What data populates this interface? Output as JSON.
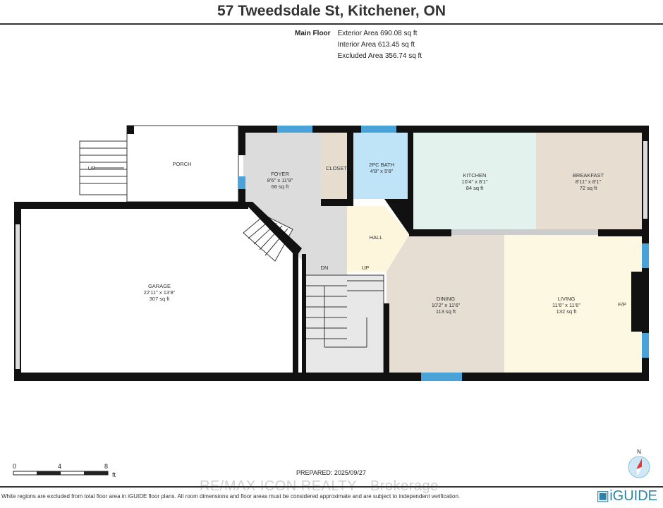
{
  "title": "57 Tweedsdale St, Kitchener, ON",
  "summary": {
    "floor": "Main Floor",
    "exterior": "Exterior Area 690.08 sq ft",
    "interior": "Interior Area 613.45 sq ft",
    "excluded": "Excluded Area 356.74 sq ft"
  },
  "rooms": {
    "porch": {
      "name": "PORCH"
    },
    "porch_stairs": {
      "name": "UP"
    },
    "foyer": {
      "name": "FOYER",
      "dims": "8'6\" x 11'9\"",
      "area": "66 sq ft"
    },
    "closet": {
      "name": "CLOSET"
    },
    "bath": {
      "name": "2PC BATH",
      "dims": "4'8\" x 5'8\""
    },
    "kitchen": {
      "name": "KITCHEN",
      "dims": "10'4\" x 8'1\"",
      "area": "84 sq ft"
    },
    "breakfast": {
      "name": "BREAKFAST",
      "dims": "8'11\" x 8'1\"",
      "area": "72 sq ft"
    },
    "hall": {
      "name": "HALL"
    },
    "garage": {
      "name": "GARAGE",
      "dims": "22'11\" x 13'8\"",
      "area": "307 sq ft"
    },
    "dining": {
      "name": "DINING",
      "dims": "10'2\" x 11'6\"",
      "area": "113 sq ft"
    },
    "living": {
      "name": "LIVING",
      "dims": "11'6\" x 11'6\"",
      "area": "132 sq ft"
    },
    "fireplace": {
      "name": "F/P"
    },
    "stairs_dn": {
      "name": "DN"
    },
    "stairs_up": {
      "name": "UP"
    }
  },
  "scale": {
    "ticks": [
      "0",
      "4",
      "8"
    ],
    "unit": "ft"
  },
  "compass_label": "N",
  "prepared": "PREPARED: 2025/09/27",
  "watermark": "RE/MAX ICON REALTY - Brokerage",
  "disclaimer": "White regions are excluded from total floor area in iGUIDE floor plans. All room dimensions and floor areas must be considered approximate and are subject to independent verification.",
  "brand": "iGUIDE",
  "colors": {
    "window": "#4aa3d8",
    "wall": "#111111",
    "foyer": "#dcdcdc",
    "bath": "#bfe3f7",
    "kitchen": "#e4f2ee",
    "breakfast": "#e7ded1",
    "hall": "#fdf6dc",
    "dining": "#e6ded2",
    "living": "#fdf8e2",
    "closet": "#e6ddcf"
  }
}
